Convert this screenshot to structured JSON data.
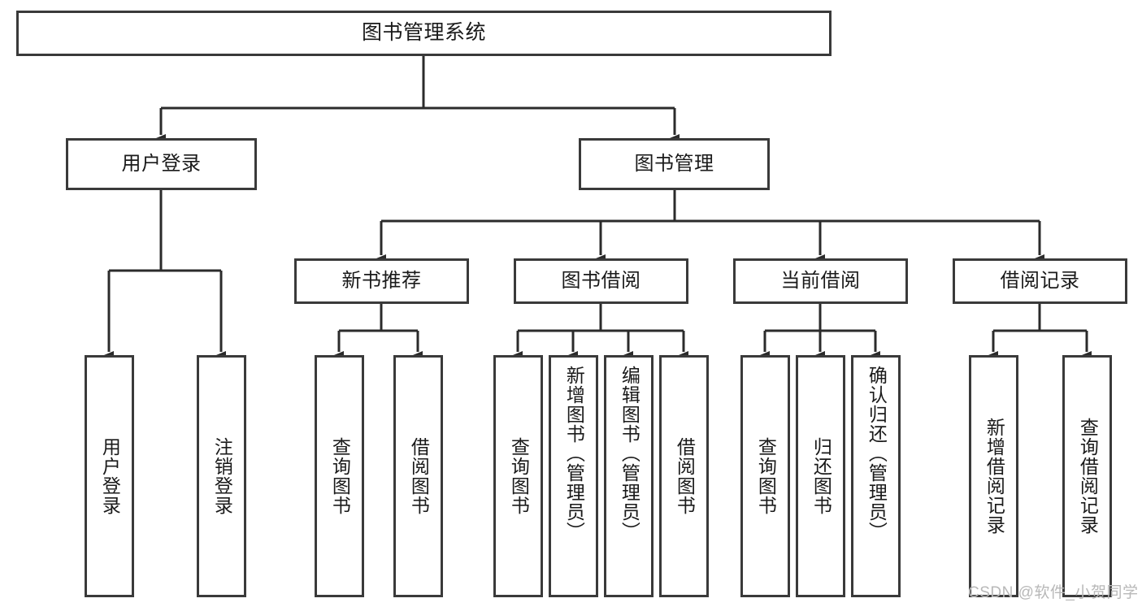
{
  "diagram": {
    "title": "图书管理系统",
    "style": {
      "box_border": "#3a3a3a",
      "box_fill": "#ffffff",
      "line": "#2b2b2b",
      "text": "#1a1a1a",
      "background": "#ffffff"
    },
    "root": {
      "label": "图书管理系统"
    },
    "level2": [
      {
        "label": "用户登录"
      },
      {
        "label": "图书管理"
      }
    ],
    "level3": [
      {
        "label": "新书推荐"
      },
      {
        "label": "图书借阅"
      },
      {
        "label": "当前借阅"
      },
      {
        "label": "借阅记录"
      }
    ],
    "leaves": {
      "user_login": [
        {
          "label": "用户登录"
        },
        {
          "label": "注销登录"
        }
      ],
      "new_book_recommend": [
        {
          "label": "查询图书"
        },
        {
          "label": "借阅图书"
        }
      ],
      "book_borrow": [
        {
          "label": "查询图书"
        },
        {
          "label": "新增图书（管理员）"
        },
        {
          "label": "编辑图书（管理员）"
        },
        {
          "label": "借阅图书"
        }
      ],
      "current_borrow": [
        {
          "label": "查询图书"
        },
        {
          "label": "归还图书"
        },
        {
          "label": "确认归还（管理员）"
        }
      ],
      "borrow_record": [
        {
          "label": "新增借阅记录"
        },
        {
          "label": "查询借阅记录"
        }
      ]
    },
    "watermark": "CSDN @软件_小贺同学"
  }
}
